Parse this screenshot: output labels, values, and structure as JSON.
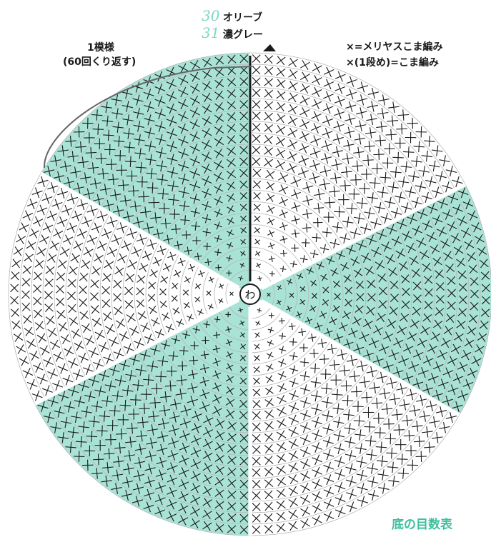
{
  "legend_colors": {
    "row_30_number": "30",
    "row_30_name": "オリーブ",
    "row_31_number": "31",
    "row_31_name": "濃グレー"
  },
  "repeat_label": {
    "line1": "1模様",
    "line2": "(60回くり返す)"
  },
  "stitch_key": {
    "line1": "×=メリヤスこま編み",
    "line2": "×(1段め)=こま編み"
  },
  "center_label": "わ",
  "caption": "底の目数表",
  "colors": {
    "teal_fill": "#a9e3d6",
    "caption_color": "#3fbf9f",
    "ink": "#1a1a1a"
  },
  "diagram": {
    "type": "round crochet chart",
    "sectors": 6,
    "shaded_sectors": [
      0,
      2,
      4
    ]
  }
}
